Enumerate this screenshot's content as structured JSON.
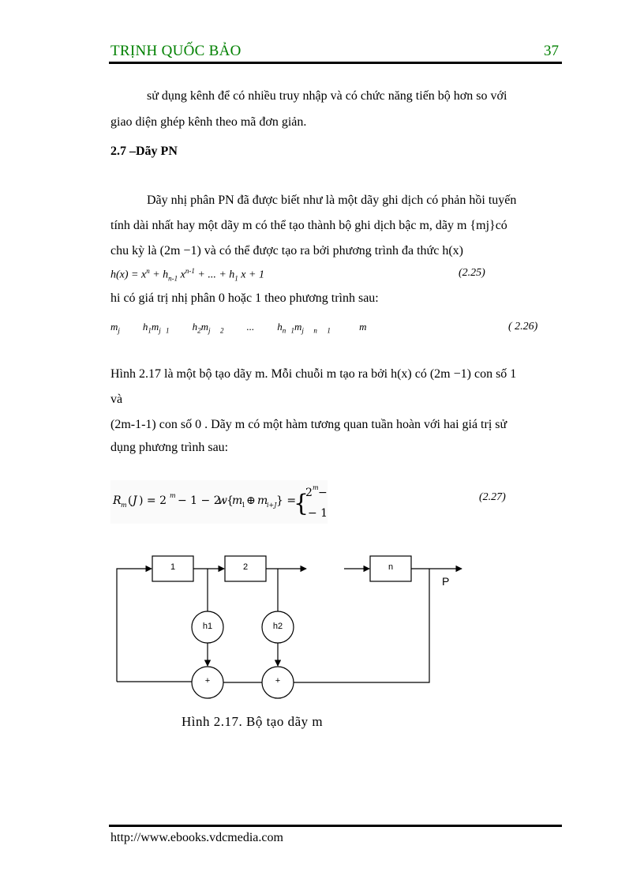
{
  "header": {
    "author": "TRỊNH QUỐC BẢO",
    "page_number": "37"
  },
  "paragraph1": {
    "line1": "sử dụng kênh để có nhiều truy nhập và có chức năng tiến bộ hơn so với",
    "line2": "giao diện ghép kênh theo mã đơn giản."
  },
  "section_heading": "2.7 –Dãy PN",
  "paragraph2": {
    "line1": "Dãy nhị phân PN đã được biết như là một dãy ghi dịch có phản hồi tuyến",
    "line2": "tính dài nhất hay một dãy m có thể tạo thành bộ ghi dịch bậc m, dãy m {mj}có",
    "line3": "chu kỳ là (2m −1) và có thể được tạo ra bởi phương trình đa thức h(x)"
  },
  "eq_2_25": {
    "lhs": "h(x) = x",
    "number": "(2.25)"
  },
  "paragraph3": "hi có giá trị nhị phân 0 hoặc 1 theo phương trình sau:",
  "eq_2_26": {
    "number": "( 2.26)"
  },
  "paragraph4": {
    "line1": "Hình 2.17 là một bộ tạo dãy m. Mỗi chuỗi m tạo ra bởi h(x) có (2m −1) con số 1",
    "line2": "và",
    "line3": "(2m-1-1) con số 0 . Dãy m có một hàm tương quan tuần hoàn với hai giá trị sử",
    "line4": "dụng phương trình sau:"
  },
  "eq_2_27": {
    "number": "(2.27)"
  },
  "diagram": {
    "box1": "1",
    "box2": "2",
    "boxn": "n",
    "output": "P",
    "tap1": "h1",
    "tap2": "h2",
    "adder": "+"
  },
  "figure_caption": "Hình 2.17. Bộ tạo dãy m",
  "footer": {
    "url": "http://www.ebooks.vdcmedia.com"
  }
}
